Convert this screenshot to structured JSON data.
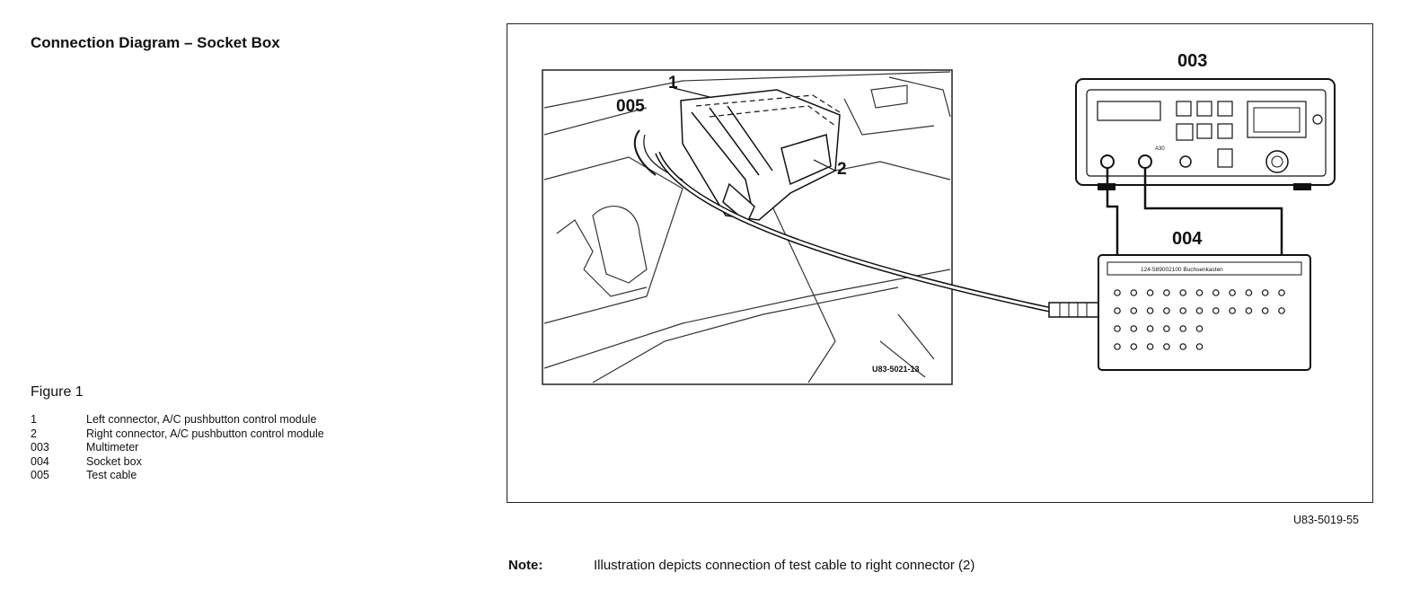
{
  "title": "Connection Diagram – Socket Box",
  "figure_label": "Figure 1",
  "legend": [
    {
      "num": "1",
      "text": "Left connector, A/C pushbutton control module"
    },
    {
      "num": "2",
      "text": "Right connector, A/C pushbutton control module"
    },
    {
      "num": "003",
      "text": "Multimeter"
    },
    {
      "num": "004",
      "text": "Socket box"
    },
    {
      "num": "005",
      "text": "Test cable"
    }
  ],
  "diagram": {
    "callouts": {
      "c1": "1",
      "c2": "2",
      "c005": "005",
      "c003": "003",
      "c004": "004"
    },
    "inset_id": "U83-5021-13",
    "multimeter_label": "A30",
    "socket_box_label": "124-589002100   Buchsenkasten"
  },
  "figure_id": "U83-5019-55",
  "note": {
    "label": "Note:",
    "text": "Illustration depicts connection of test cable to right connector (2)"
  }
}
